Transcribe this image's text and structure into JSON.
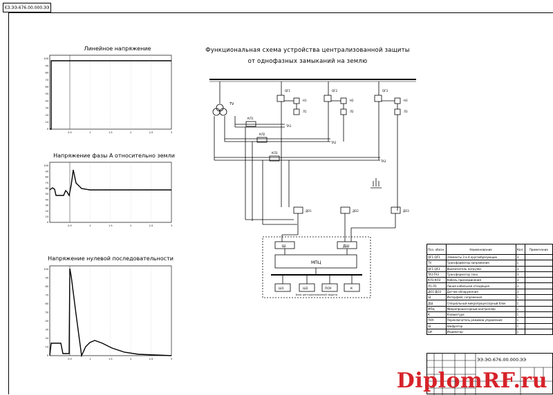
{
  "stamp_code": "ЄЗ.ЭЭ.676.00.000.ЭЭ",
  "plots": [
    {
      "title": "Линейное напряжение",
      "y_ticks": [
        "100",
        "90",
        "80",
        "70",
        "60",
        "50",
        "40",
        "30",
        "20",
        "10",
        "0"
      ],
      "x_ticks": [
        "0.5",
        "1",
        "1.5",
        "2",
        "2.5",
        "3"
      ]
    },
    {
      "title": "Напряжение фазы А относительно земли",
      "y_ticks": [
        "100",
        "90",
        "80",
        "70",
        "60",
        "50",
        "40",
        "30",
        "20",
        "10",
        "0"
      ],
      "x_ticks": [
        "0.5",
        "1",
        "1.5",
        "2",
        "2.5",
        "3"
      ]
    },
    {
      "title": "Напряжение нулевой последовательности",
      "y_ticks": [
        "100",
        "90",
        "80",
        "70",
        "60",
        "50",
        "40",
        "30",
        "20",
        "10",
        "0"
      ],
      "x_ticks": [
        "0.5",
        "1",
        "1.5",
        "2",
        "2.5",
        "3"
      ]
    }
  ],
  "diagram": {
    "title_line1": "Функциональная схема устройства централизованной защиты",
    "title_line2": "от однофазных замыканий на землю",
    "labels": {
      "tv": "TV",
      "qf1": "QF1",
      "qf2": "QF2",
      "qf3": "QF3",
      "l1": "Л1",
      "l2": "Л2",
      "l3": "Л3",
      "h1": "H1",
      "h2": "H2",
      "h3": "H3",
      "kl1": "КЛ1",
      "kl2": "КЛ2",
      "kl3": "КЛ3",
      "ta1": "TA1",
      "ta2": "TA2",
      "ta3": "TA3",
      "do1": "ДО1",
      "do2": "ДО2",
      "do3": "ДО3",
      "sh": "Ш",
      "dsh": "ДШ",
      "mpu": "МПЦ",
      "b1": "Ш1",
      "b2": "Ш2",
      "b3": "ПОУ",
      "b4": "К",
      "block_caption": "Блок централизованной защиты"
    }
  },
  "legend": {
    "headers": [
      "Поз. обозн.",
      "Наименование",
      "Кол.",
      "Примечание"
    ],
    "rows": [
      {
        "pos": "QF1-QF3",
        "name": "Элементы 3 и 4 кругообразующих",
        "qty": "3"
      },
      {
        "pos": "TV",
        "name": "Трансформатор напряжения",
        "qty": "1"
      },
      {
        "pos": "QF1-QF3",
        "name": "Выключатель нагрузки",
        "qty": "3"
      },
      {
        "pos": "TA1-TA3",
        "name": "Трансформатор тока",
        "qty": "3"
      },
      {
        "pos": "КЛ1-КЛ3",
        "name": "Кабель присоединения",
        "qty": "3"
      },
      {
        "pos": "Л1-Л3",
        "name": "Линия кабельная отходящая",
        "qty": "3"
      },
      {
        "pos": "ДО1-ДО3",
        "name": "Датчик обнаружения",
        "qty": "3"
      },
      {
        "pos": "Ш",
        "name": "Интерфейс сопряжения",
        "qty": "1"
      },
      {
        "pos": "ДШ",
        "name": "Специальный микропроцессорный блок",
        "qty": "1"
      },
      {
        "pos": "МПЦ",
        "name": "Микропроцессорный контроллер",
        "qty": "1"
      },
      {
        "pos": "К",
        "name": "Клавиатура",
        "qty": "1"
      },
      {
        "pos": "ПОУ",
        "name": "Переключатель режимов управления",
        "qty": "1"
      },
      {
        "pos": "Ш",
        "name": "Шифратор",
        "qty": "1"
      },
      {
        "pos": "БИ",
        "name": "Индикатор",
        "qty": "1"
      }
    ]
  },
  "title_block_code": "ЭЭ.ЭО.676.00.000.ЭЭ",
  "watermark": "DiplomRF.ru"
}
